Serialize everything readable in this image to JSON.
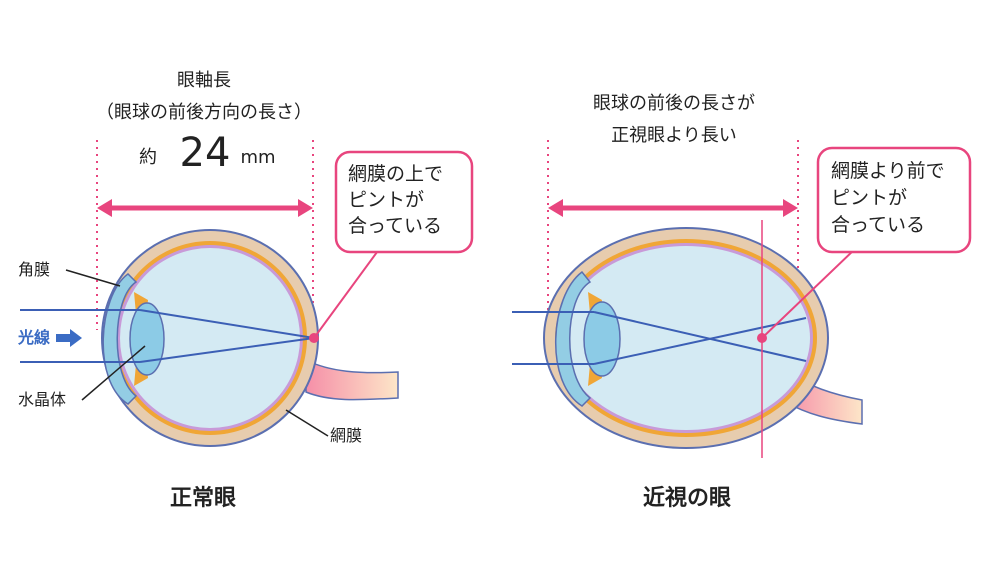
{
  "left_panel": {
    "header_line1": "眼軸長",
    "header_line2": "（眼球の前後方向の長さ）",
    "approx": "約",
    "value": "24",
    "unit": "mm",
    "callout": [
      "網膜の上で",
      "ピントが",
      "合っている"
    ],
    "labels": {
      "cornea": "角膜",
      "light_ray": "光線",
      "lens": "水晶体",
      "retina": "網膜"
    },
    "caption": "正常眼"
  },
  "right_panel": {
    "header_line1": "眼球の前後の長さが",
    "header_line2": "正視眼より長い",
    "callout": [
      "網膜より前で",
      "ピントが",
      "合っている"
    ],
    "caption": "近視の眼"
  },
  "colors": {
    "accent_pink": "#e8457e",
    "ray_blue": "#3b5fb5",
    "label_blue": "#3b6cc4",
    "sclera": "#e7ccae",
    "choroid": "#f0a636",
    "vitreous": "#d4eaf3",
    "cornea": "#93cde4",
    "lens": "#8ccbe6"
  }
}
